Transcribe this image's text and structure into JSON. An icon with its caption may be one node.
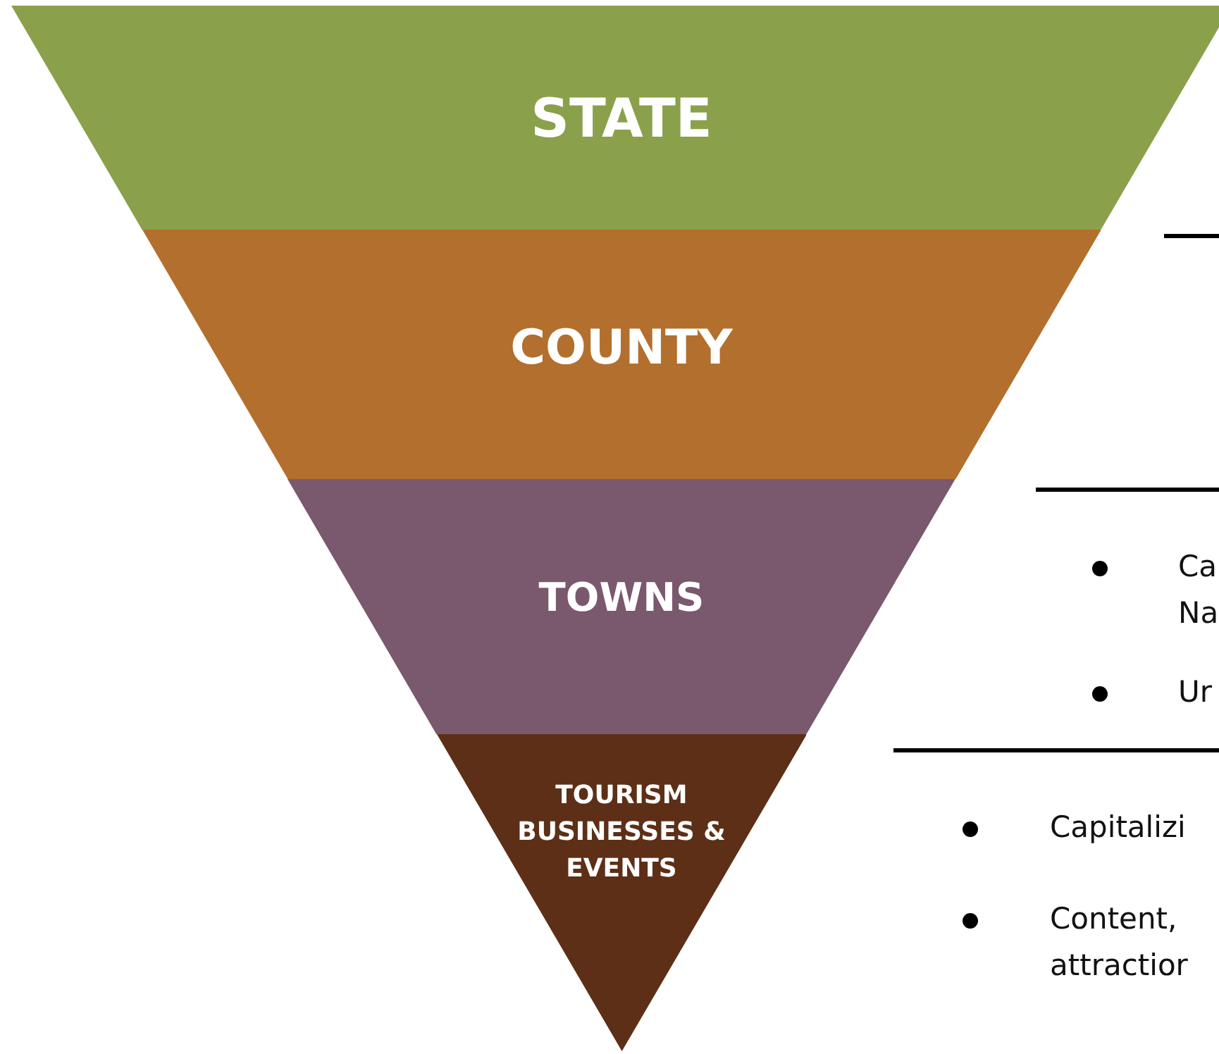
{
  "diagram": {
    "nodes": [
      {
        "text": [
          "STATE"
        ]
      },
      {
        "text": [
          "COUNTY"
        ]
      },
      {
        "text": [
          "TOWNS"
        ]
      },
      {
        "text": [
          "TOURISM BUSINESSES & EVENTS"
        ]
      }
    ],
    "labels": [
      "Ca Na",
      "Ur",
      "Capitalizi",
      "Content, attractior"
    ]
  }
}
